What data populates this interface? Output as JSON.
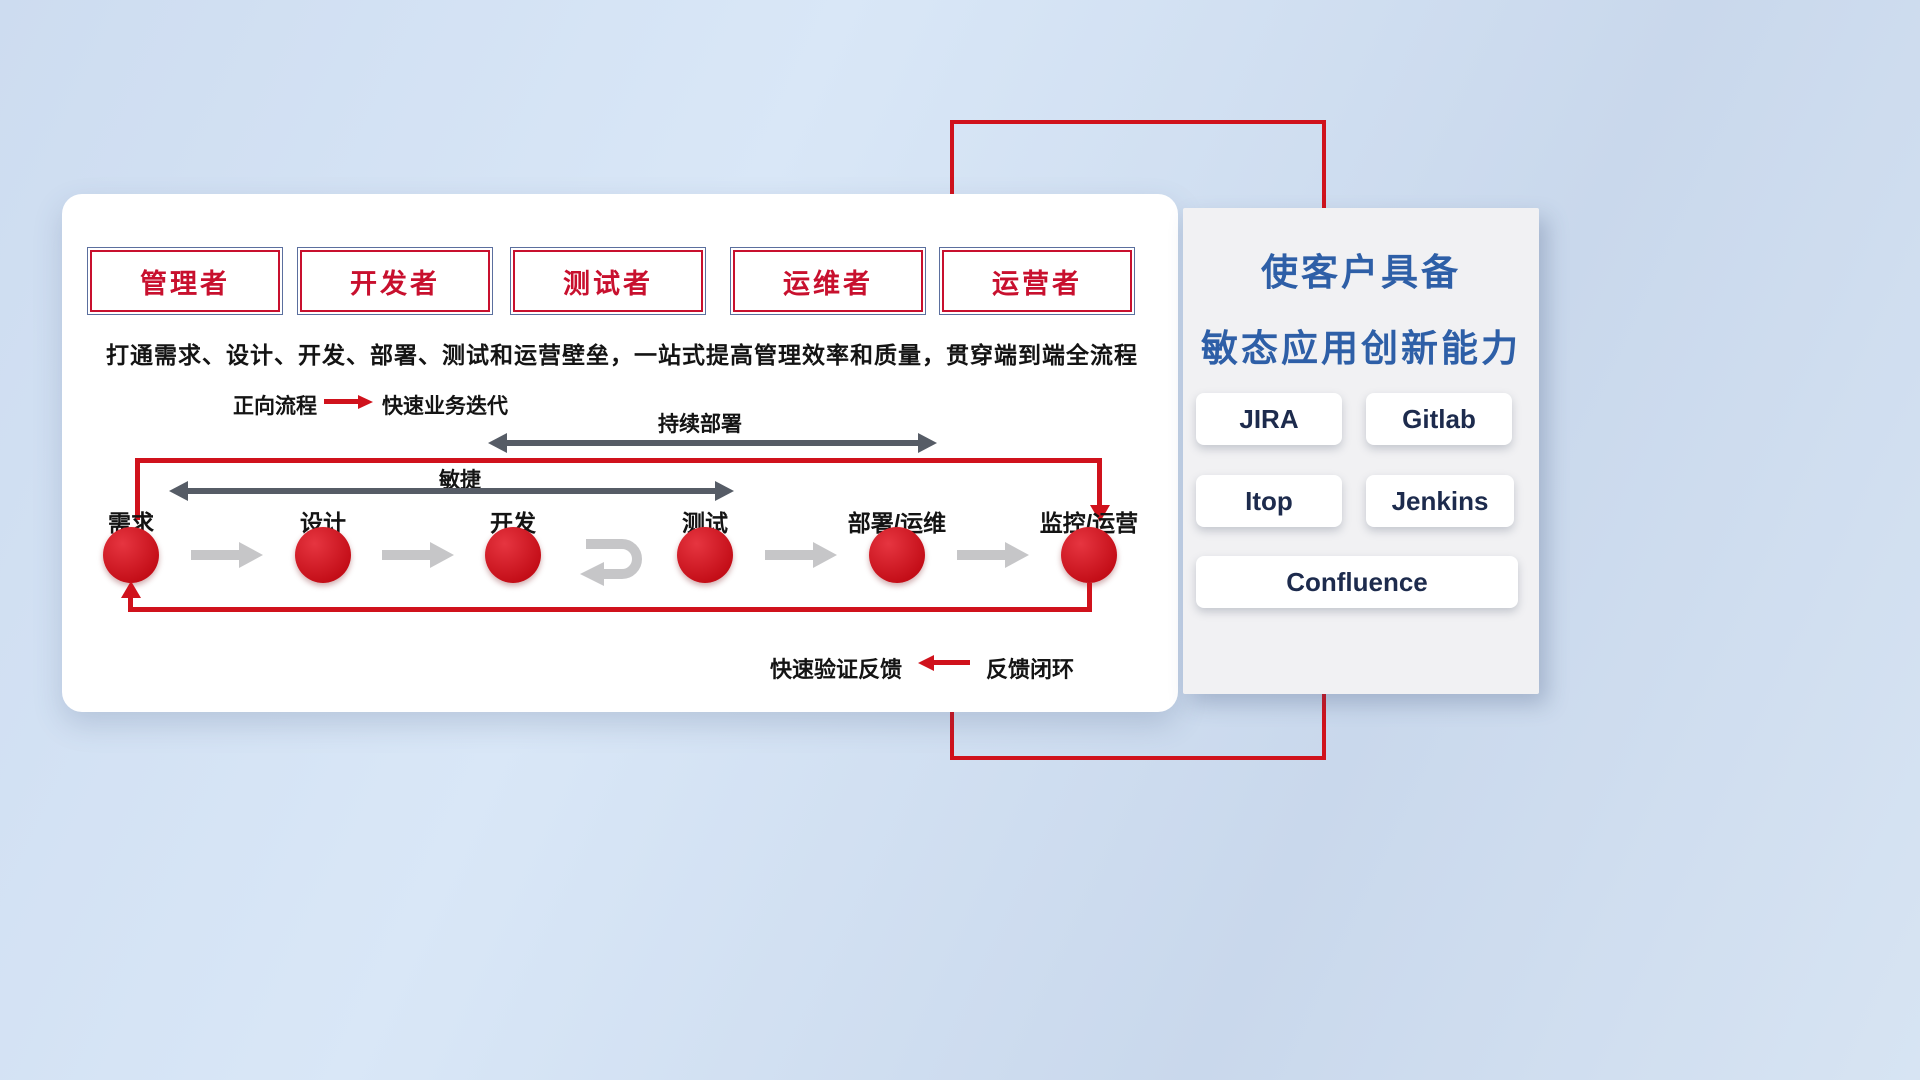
{
  "roles": [
    "管理者",
    "开发者",
    "测试者",
    "运维者",
    "运营者"
  ],
  "subtitle": "打通需求、设计、开发、部署、测试和运营壁垒，一站式提高管理效率和质量，贯穿端到端全流程",
  "legends": {
    "forward_label": "正向流程",
    "forward_value": "快速业务迭代",
    "feedback_value": "快速验证反馈",
    "feedback_label": "反馈闭环"
  },
  "flow": {
    "stages": [
      "需求",
      "设计",
      "开发",
      "测试",
      "部署/运维",
      "监控/运营"
    ],
    "agile_label": "敏捷",
    "continuous_deploy_label": "持续部署"
  },
  "right_panel": {
    "title_line1": "使客户具备",
    "title_line2": "敏态应用创新能力",
    "tools": [
      "JIRA",
      "Gitlab",
      "Itop",
      "Jenkins",
      "Confluence"
    ]
  },
  "colors": {
    "accent_red": "#d0121c",
    "title_blue": "#2e5fa7",
    "dark_arrow": "#565c66",
    "light_arrow": "#c6c6c8"
  }
}
